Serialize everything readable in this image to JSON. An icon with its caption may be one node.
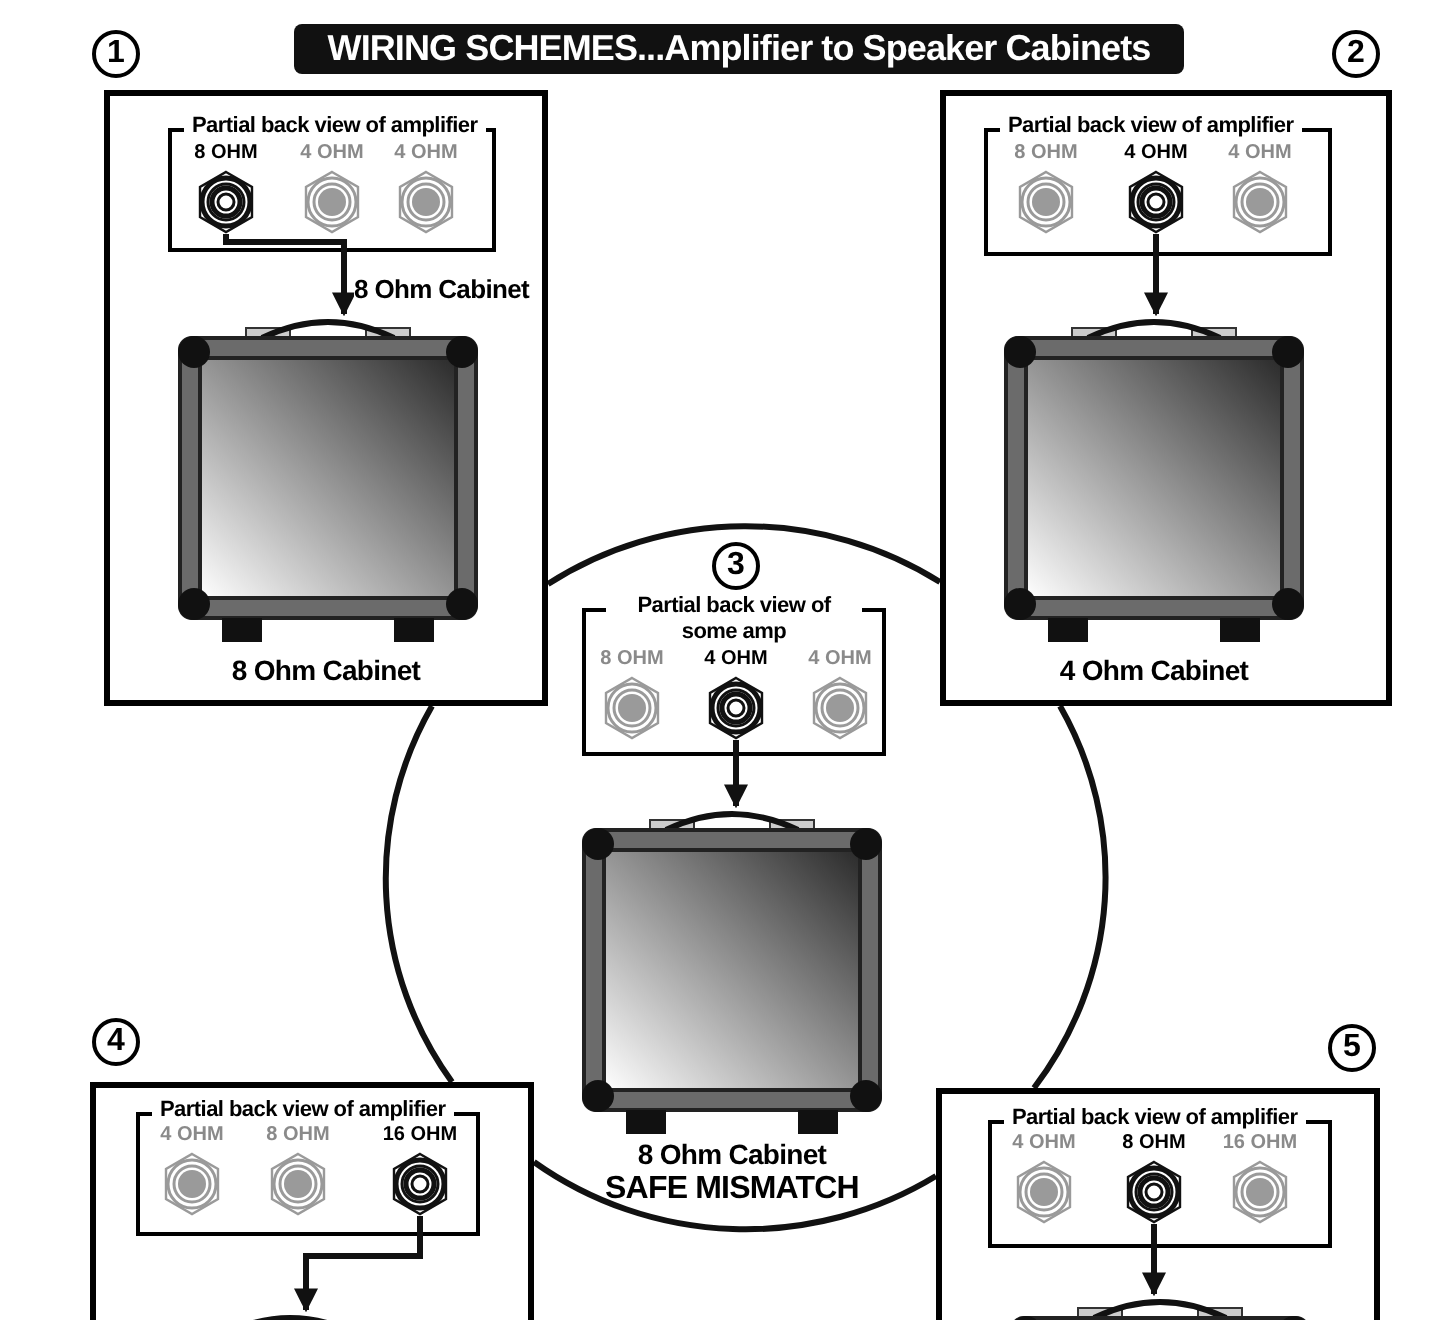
{
  "diagram": {
    "title": "WIRING SCHEMES...Amplifier to Speaker Cabinets",
    "nodes": [
      {
        "text": [
          "1"
        ]
      },
      {
        "text": [],
        "shape": "box"
      },
      {
        "text": [
          "Partial back view of amplifier"
        ],
        "in": 1
      },
      {
        "text": [
          "8 OHM"
        ],
        "in": 2
      },
      {
        "text": [
          "4 OHM"
        ],
        "in": 2
      },
      {
        "text": [
          "4 OHM"
        ],
        "in": 2
      },
      {
        "text": [],
        "shape": "picture",
        "in": 1,
        "beside": [
          "8 Ohm Cabinet"
        ]
      },
      {
        "text": [
          "2"
        ]
      },
      {
        "text": [],
        "shape": "box"
      },
      {
        "text": [
          "Partial back view of amplifier"
        ],
        "in": 8
      },
      {
        "text": [
          "8 OHM"
        ],
        "in": 9
      },
      {
        "text": [
          "4 OHM"
        ],
        "in": 9
      },
      {
        "text": [
          "4 OHM"
        ],
        "in": 9
      },
      {
        "text": [],
        "shape": "picture",
        "in": 8,
        "beside": [
          "4 Ohm Cabinet"
        ]
      },
      {
        "text": [
          "3"
        ]
      },
      {
        "text": [
          "Partial back view of some amp"
        ]
      },
      {
        "text": [
          "8 OHM"
        ],
        "in": 15
      },
      {
        "text": [
          "4 OHM"
        ],
        "in": 15
      },
      {
        "text": [
          "4 OHM"
        ],
        "in": 15
      },
      {
        "text": [],
        "shape": "picture",
        "beside": [
          "8 Ohm Cabinet",
          "SAFE MISMATCH"
        ]
      },
      {
        "text": [
          "4"
        ]
      },
      {
        "text": [],
        "shape": "box"
      },
      {
        "text": [
          "Partial back view of amplifier"
        ],
        "in": 21
      },
      {
        "text": [
          "4 OHM"
        ],
        "in": 22
      },
      {
        "text": [
          "8 OHM"
        ],
        "in": 22
      },
      {
        "text": [
          "16 OHM"
        ],
        "in": 22
      },
      {
        "text": [],
        "shape": "picture",
        "in": 21
      },
      {
        "text": [
          "5"
        ]
      },
      {
        "text": [],
        "shape": "box"
      },
      {
        "text": [
          "Partial back view of amplifier"
        ],
        "in": 28
      },
      {
        "text": [
          "4 OHM"
        ],
        "in": 29
      },
      {
        "text": [
          "8 OHM"
        ],
        "in": 29
      },
      {
        "text": [
          "16 OHM"
        ],
        "in": 29
      },
      {
        "text": [],
        "shape": "picture",
        "in": 28
      }
    ],
    "edges": [
      {
        "from": 3,
        "to": 6,
        "arrow": "to",
        "label": "8 Ohm Cabinet"
      },
      {
        "from": 11,
        "to": 13,
        "arrow": "to"
      },
      {
        "from": 17,
        "to": 19,
        "arrow": "to"
      },
      {
        "from": 25,
        "to": 26,
        "arrow": "to"
      },
      {
        "from": 31,
        "to": 33,
        "arrow": "to"
      }
    ]
  }
}
